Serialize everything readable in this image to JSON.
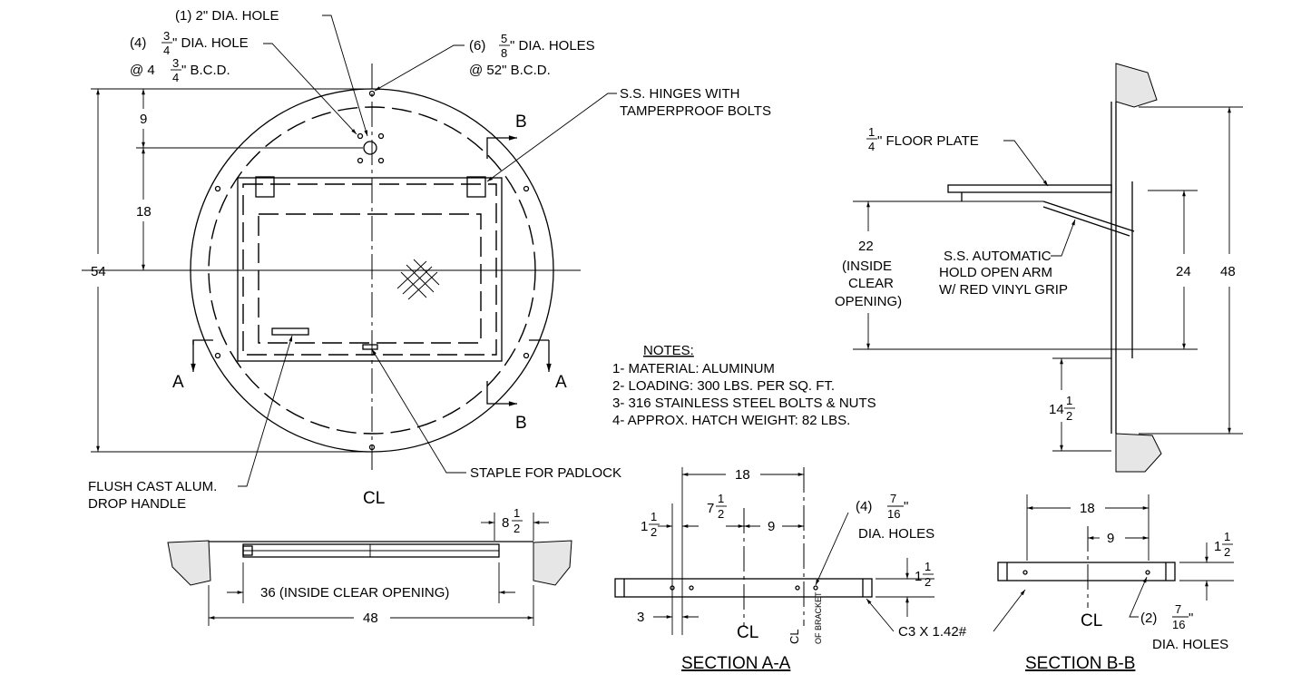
{
  "plan": {
    "hole_2in": "(1) 2\" DIA. HOLE",
    "hole_34_qty": "(4)",
    "hole_34_num": "3",
    "hole_34_den": "4",
    "hole_34_text": "\" DIA. HOLE",
    "bcd_small_pre": "@ 4",
    "bcd_small_num": "3",
    "bcd_small_den": "4",
    "bcd_small_text": "\" B.C.D.",
    "holes_58_qty": "(6)",
    "holes_58_num": "5",
    "holes_58_den": "8",
    "holes_58_text": "\" DIA. HOLES",
    "bcd_52": "@ 52\" B.C.D.",
    "hinges_1": "S.S. HINGES WITH",
    "hinges_2": "TAMPERPROOF BOLTS",
    "dim_9": "9",
    "dim_18": "18",
    "dim_54": "54",
    "sec_a": "A",
    "sec_b": "B",
    "handle_1": "FLUSH CAST ALUM.",
    "handle_2": "DROP HANDLE",
    "staple": "STAPLE FOR PADLOCK",
    "cl": "CL"
  },
  "side": {
    "plate_num": "1",
    "plate_den": "4",
    "plate_text": "\" FLOOR PLATE",
    "arm_1": "S.S. AUTOMATIC",
    "arm_2": "HOLD OPEN ARM",
    "arm_3": "W/ RED VINYL GRIP",
    "dim_22": "22",
    "inside_1": "(INSIDE",
    "inside_2": "CLEAR",
    "inside_3": "OPENING)",
    "dim_24": "24",
    "dim_48": "48",
    "dim_14_whole": "14",
    "dim_14_num": "1",
    "dim_14_den": "2"
  },
  "notes": {
    "title": "NOTES:",
    "items": [
      "1- MATERIAL: ALUMINUM",
      "2- LOADING: 300 LBS. PER SQ. FT.",
      "3- 316 STAINLESS STEEL BOLTS & NUTS",
      "4- APPROX. HATCH WEIGHT: 82 LBS."
    ]
  },
  "elevation": {
    "dim_8_whole": "8",
    "dim_8_num": "1",
    "dim_8_den": "2",
    "dim_36": "36 (INSIDE CLEAR OPENING)",
    "dim_48": "48"
  },
  "section_aa": {
    "title": "SECTION A-A",
    "dim_18": "18",
    "dim_1_whole": "1",
    "dim_1_num": "1",
    "dim_1_den": "2",
    "dim_7_whole": "7",
    "dim_7_num": "1",
    "dim_7_den": "2",
    "dim_9": "9",
    "holes_qty": "(4)",
    "holes_num": "7",
    "holes_den": "16",
    "holes_text": "\"",
    "holes_2": "DIA. HOLES",
    "dim_3": "3",
    "cl": "CL",
    "cl_bracket": "OF BRACKET",
    "right_whole": "1",
    "right_num": "1",
    "right_den": "2",
    "channel": "C3 X 1.42#"
  },
  "section_bb": {
    "title": "SECTION B-B",
    "dim_18": "18",
    "dim_9": "9",
    "right_whole": "1",
    "right_num": "1",
    "right_den": "2",
    "cl": "CL",
    "holes_qty": "(2)",
    "holes_num": "7",
    "holes_den": "16",
    "holes_text": "\"",
    "holes_2": "DIA. HOLES"
  }
}
